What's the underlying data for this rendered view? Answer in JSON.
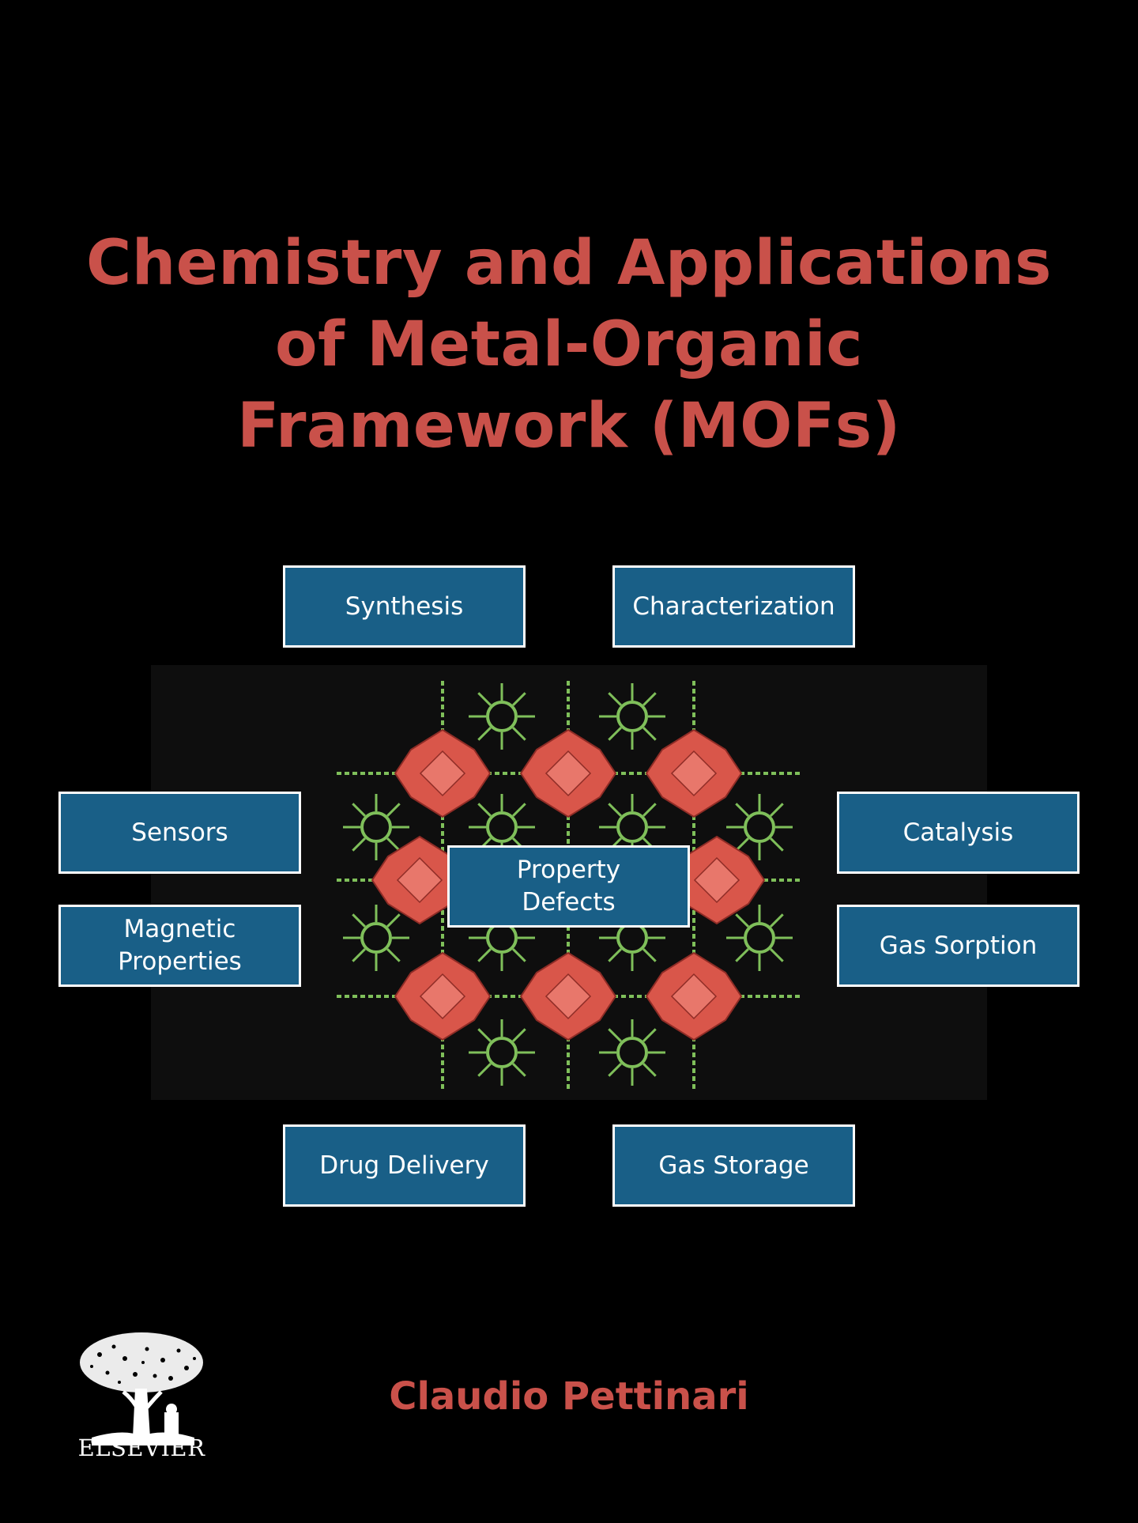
{
  "cover": {
    "title_lines": [
      "Chemistry and Applications",
      "of Metal-Organic",
      "Framework (MOFs)"
    ],
    "author": "Claudio Pettinari",
    "publisher": "ELSEVIER"
  },
  "topics": {
    "synthesis": "Synthesis",
    "characterization": "Characterization",
    "sensors": "Sensors",
    "magnetic_properties": "Magnetic\nProperties",
    "catalysis": "Catalysis",
    "gas_sorption": "Gas Sorption",
    "property_defects": "Property\nDefects",
    "drug_delivery": "Drug Delivery",
    "gas_storage": "Gas Storage"
  },
  "colors": {
    "background": "#000000",
    "title": "#c9514a",
    "topic_box": "#195f87",
    "topic_border": "#ffffff",
    "framework_node": "#d9564a",
    "framework_linker": "#7fbf5a"
  },
  "icons": {
    "publisher_logo": "tree-logo-icon",
    "framework_art": "mof-crystal-structure"
  }
}
